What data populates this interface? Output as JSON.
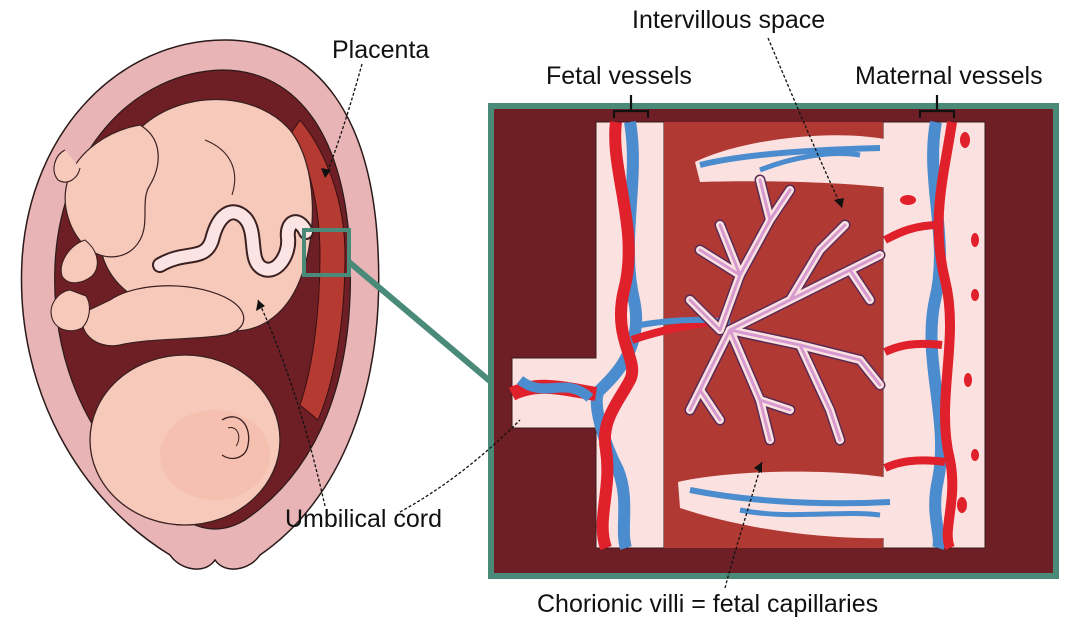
{
  "labels": {
    "placenta": "Placenta",
    "umbilical_cord": "Umbilical cord",
    "intervillous_space": "Intervillous space",
    "fetal_vessels": "Fetal vessels",
    "maternal_vessels": "Maternal vessels",
    "chorionic_villi": "Chorionic villi = fetal capillaries"
  },
  "colors": {
    "uterus_outer": "#e8b4b6",
    "uterus_cavity": "#6e1f26",
    "placenta": "#b53a32",
    "fetus_skin": "#f6c9bb",
    "zoom_frame": "#4a8a78",
    "zoom_background": "#6e1f26",
    "intervillous_blood": "#b03a33",
    "tissue": "#fbe1e0",
    "fetal_artery": "#e0202a",
    "fetal_vein": "#4a8ccd",
    "villi": "#d79ad0"
  }
}
